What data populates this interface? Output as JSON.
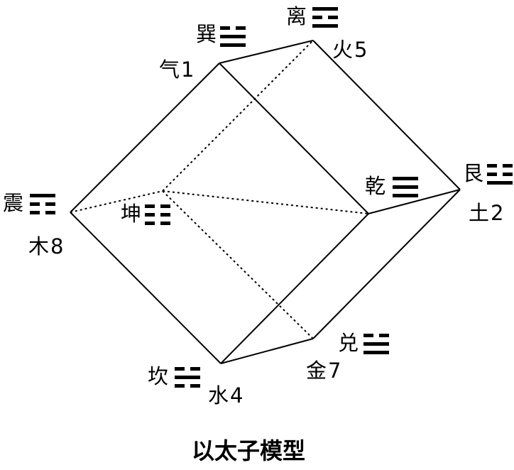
{
  "title": "以太子模型",
  "nodes": {
    "xun": {
      "name": "巽",
      "trigram": [
        0,
        1,
        1
      ]
    },
    "qi": {
      "element": "气",
      "number": "1"
    },
    "li": {
      "name": "离",
      "trigram": [
        1,
        0,
        1
      ]
    },
    "huo": {
      "element": "火",
      "number": "5"
    },
    "zhen": {
      "name": "震",
      "trigram": [
        1,
        0,
        0
      ]
    },
    "mu": {
      "element": "木",
      "number": "8"
    },
    "kun": {
      "name": "坤",
      "trigram": [
        0,
        0,
        0
      ]
    },
    "qian": {
      "name": "乾",
      "trigram": [
        1,
        1,
        1
      ]
    },
    "gen": {
      "name": "艮",
      "trigram": [
        0,
        0,
        1
      ]
    },
    "tu": {
      "element": "土",
      "number": "2"
    },
    "dui": {
      "name": "兑",
      "trigram": [
        0,
        1,
        1
      ]
    },
    "jin": {
      "element": "金",
      "number": "7"
    },
    "kan": {
      "name": "坎",
      "trigram": [
        0,
        1,
        0
      ]
    },
    "shui": {
      "element": "水",
      "number": "4"
    }
  }
}
